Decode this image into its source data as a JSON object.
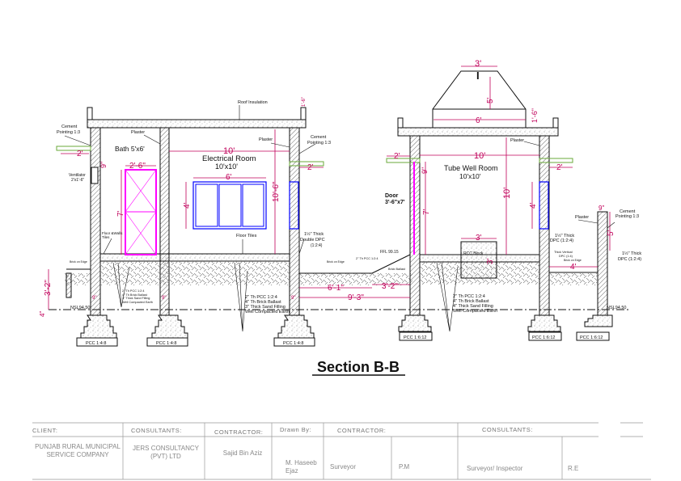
{
  "title": "Section B-B",
  "colors": {
    "dimension": "#c0005a",
    "door": "#ff00ff",
    "window": "#0000ff",
    "sunshade": "#6aaa3a",
    "line": "#111111",
    "titleblock": "#888888"
  },
  "left_building": {
    "roof_insulation": "Roof Insulation",
    "cement_pointing": [
      "Cement",
      "Pointing 1:3"
    ],
    "plaster_left": "Plaster",
    "plaster_right": "Plaster",
    "bath": "Bath 5'x6'",
    "room_name": "Electrical Room",
    "room_size": "10'x10'",
    "ventilator": [
      "Ventilator",
      "2'x1'-6\""
    ],
    "floor_wall_tiles": [
      "Floor &Walls",
      "Tiles"
    ],
    "floor_tiles": "Floor Tiles",
    "dpc": [
      "1½\" Thick",
      "Double DPC",
      "(1:2:4)"
    ],
    "brick_on_edge": "Brick on Edge",
    "nsl": "NSL94.50",
    "layers_small": [
      "2\" Th PCC 1:2:4",
      "4\" Th Brick Ballast",
      "3\" Thick Sand Filling",
      "Well Compacted Earth"
    ],
    "layers": [
      "2\" Th PCC 1:2:4",
      "4\" Th Brick Ballast",
      "3\" Thick Sand Filling",
      "Well Compacted Earth"
    ],
    "footing_label": "PCC 1:4:8",
    "dims": {
      "sunshade": "2'",
      "sunshade_h": "9\"",
      "door_w": "2'-6\"",
      "door_h": "7'",
      "room_w": "10'",
      "room_h": "10'-6\"",
      "window_w": "6'",
      "window_h": "4'",
      "right_sunshade": "2'",
      "parapet": "1'-6\"",
      "plinth": "3'-2\"",
      "step": "4\"",
      "wall": "9\""
    }
  },
  "middle": {
    "dim_a": "6'-1\"",
    "dim_b": "3'-2\"",
    "dim_c": "9'-3\"",
    "ffl": "FFL 99.15",
    "ramp_pcc": "2\" Th PCC 1:2:4",
    "ramp_ballast": "Brick Ballast",
    "door": [
      "Door",
      "3'-6\"x7'"
    ]
  },
  "right_building": {
    "hood_top": "3'",
    "hood_h": "5'",
    "hood_w": "6'",
    "hood_side": "1'-6\"",
    "plaster": "Plaster",
    "cement_pointing": [
      "Cement",
      "Pointing 1:3"
    ],
    "room_name": "Tube Well Room",
    "room_size": "10'x10'",
    "dims": {
      "sunshade_l": "2'",
      "sunshade_r": "2'",
      "room_w": "10'",
      "room_h": "10'",
      "door_h": "7'",
      "window_h": "4'",
      "block": "3'",
      "block_h": "3'",
      "wall_h": "5'",
      "ext": "4'",
      "wall_w": "9\"",
      "sun_h": "9\""
    },
    "rcc_block": "RCC Block",
    "dpc": [
      "1½\" Thick",
      "DPC (1:2:4)"
    ],
    "vertical_dpc": [
      "Thick Vertical",
      "DPC (1:4)"
    ],
    "dpc2": [
      "1½\" Thick",
      "DPC (1:2:4)"
    ],
    "brick_on_edge": "Brick on Edge",
    "layers": [
      "2\" Th PCC 1:2:4",
      "4\" Th Brick Ballast",
      "4\" Thick Sand Filling",
      "Well Compacted Earth"
    ],
    "nsl": "NSL94.50",
    "footing_label": "PCC 1:6:12"
  },
  "titleblock": {
    "headers": [
      "CLIENT:",
      "CONSULTANTS:",
      "CONTRACTOR:",
      "Drawn By:",
      "CONTRACTOR:",
      "CONSULTANTS:"
    ],
    "client": [
      "PUNJAB RURAL MUNICIPAL",
      "SERVICE COMPANY"
    ],
    "consultant": [
      "JERS CONSULTANCY",
      "(PVT) LTD"
    ],
    "contractor": "Sajid Bin Aziz",
    "drawn_by": [
      "M. Haseeb",
      "Ejaz"
    ],
    "roles": [
      "Surveyor",
      "P.M",
      "Surveyor/ Inspector",
      "R.E"
    ]
  }
}
